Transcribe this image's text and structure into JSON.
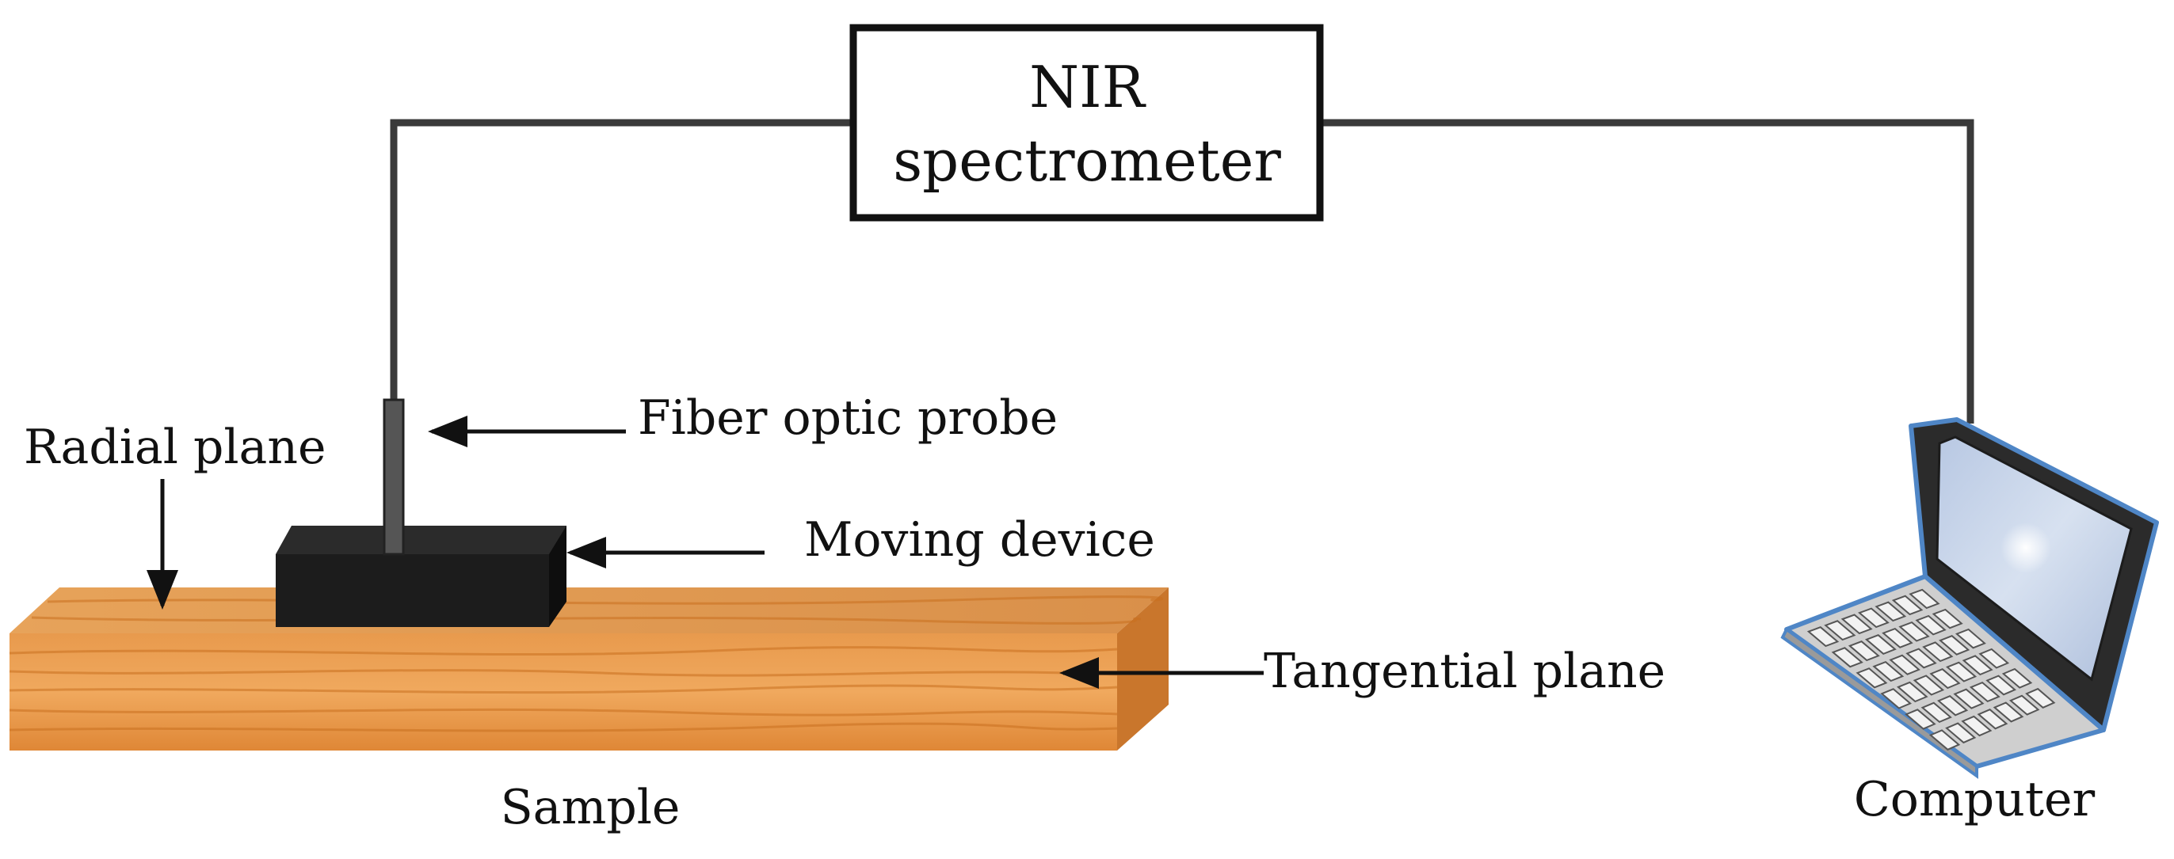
{
  "spectrometer": {
    "line1": "NIR",
    "line2": "spectrometer"
  },
  "labels": {
    "fiber_probe": "Fiber optic probe",
    "radial_plane": "Radial plane",
    "moving_device": "Moving device",
    "tangential_plane": "Tangential plane",
    "sample": "Sample",
    "computer": "Computer"
  },
  "colors": {
    "wood_light": "#f2a85a",
    "wood_mid": "#e28a3a",
    "wood_dark": "#c96c22",
    "device": "#1c1c1c",
    "cable": "#3a3a3a",
    "laptop_outline": "#4f86c6",
    "screen": "#c9d6ea"
  }
}
